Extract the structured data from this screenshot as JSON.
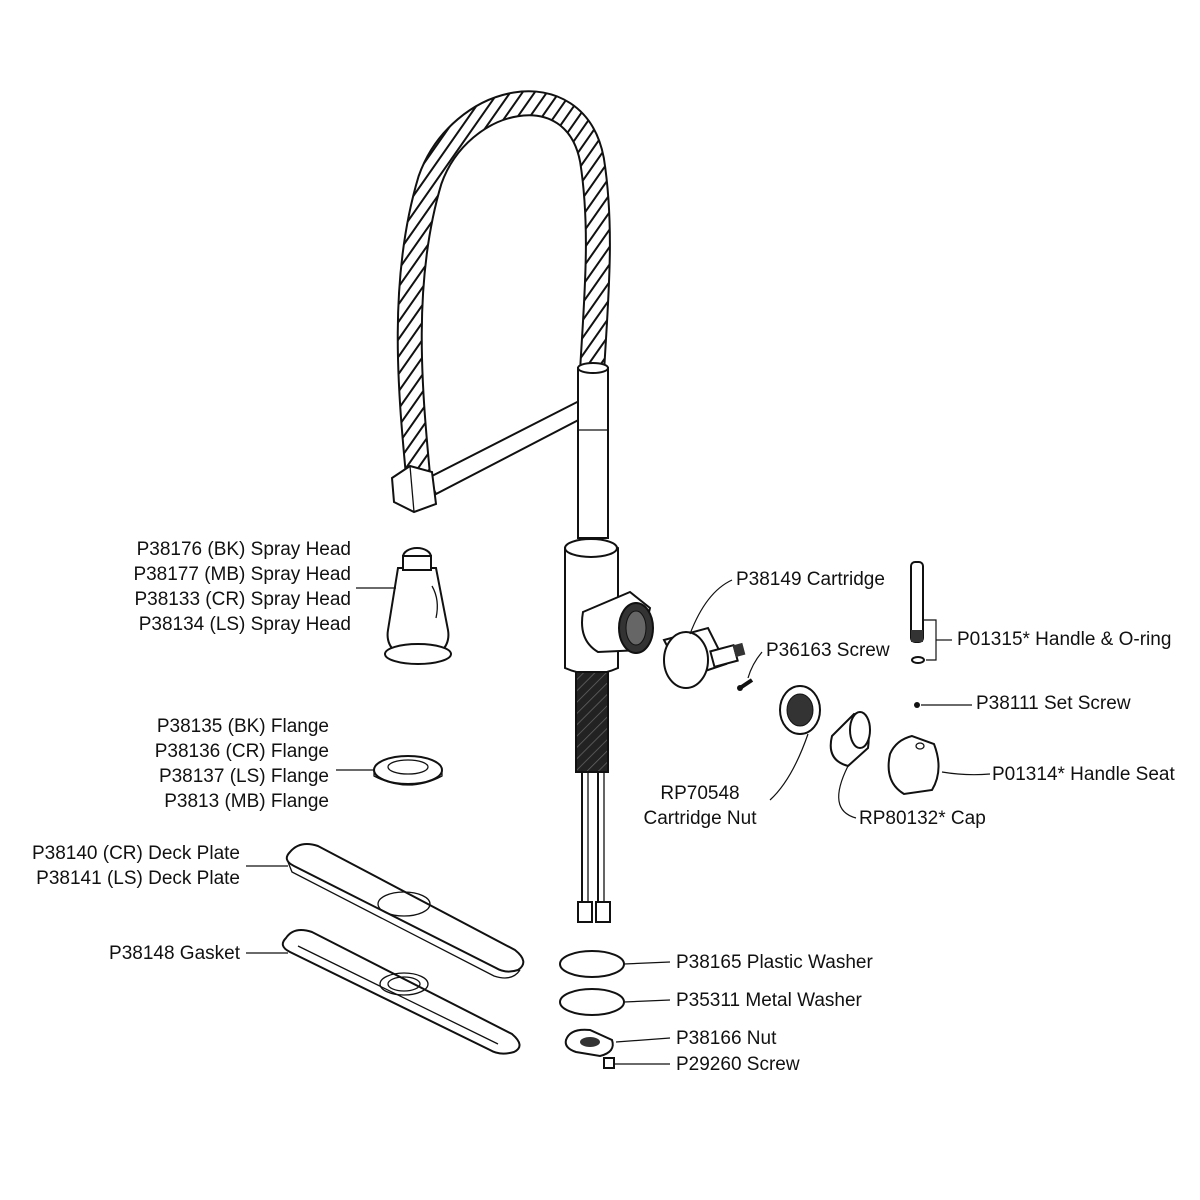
{
  "labels": {
    "spray_head": [
      "P38176 (BK) Spray Head",
      "P38177 (MB) Spray Head",
      "P38133 (CR) Spray Head",
      "P38134 (LS) Spray Head"
    ],
    "flange": [
      "P38135 (BK) Flange",
      "P38136 (CR) Flange",
      "P38137 (LS) Flange",
      "P3813 (MB) Flange"
    ],
    "deck_plate": [
      "P38140 (CR) Deck Plate",
      "P38141 (LS) Deck Plate"
    ],
    "gasket": "P38148 Gasket",
    "cartridge": "P38149 Cartridge",
    "screw": "P36163 Screw",
    "handle_oring": "P01315* Handle & O-ring",
    "set_screw": "P38111 Set Screw",
    "handle_seat": "P01314* Handle Seat",
    "cartridge_nut": [
      "RP70548",
      "Cartridge Nut"
    ],
    "cap": "RP80132* Cap",
    "plastic_washer": "P38165 Plastic Washer",
    "metal_washer": "P35311 Metal Washer",
    "nut": "P38166 Nut",
    "nut_screw": "P29260 Screw"
  }
}
